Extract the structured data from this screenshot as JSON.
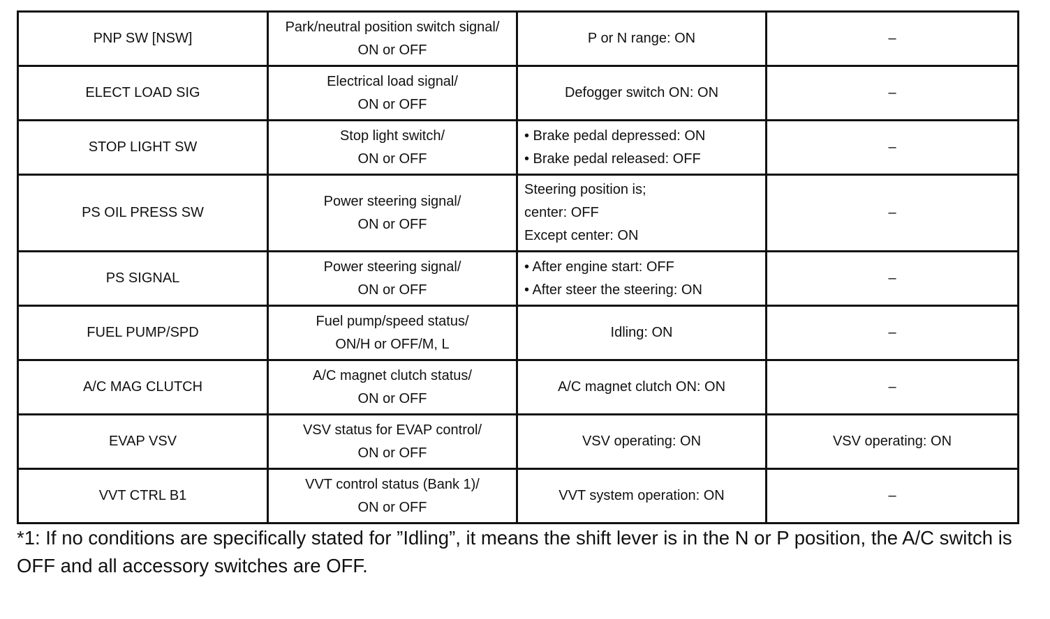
{
  "table": {
    "rows": [
      {
        "item": "PNP SW [NSW]",
        "measurement": [
          "Park/neutral position switch signal/",
          "ON or OFF"
        ],
        "condition": [
          "P or N range: ON"
        ],
        "condition_align": "center",
        "diagnostic_note": "–"
      },
      {
        "item": "ELECT LOAD SIG",
        "measurement": [
          "Electrical load signal/",
          "ON or OFF"
        ],
        "condition": [
          "Defogger switch ON: ON"
        ],
        "condition_align": "center",
        "diagnostic_note": "–"
      },
      {
        "item": "STOP LIGHT SW",
        "measurement": [
          "Stop light switch/",
          "ON or OFF"
        ],
        "condition": [
          "• Brake pedal depressed: ON",
          "• Brake pedal released: OFF"
        ],
        "condition_align": "left",
        "diagnostic_note": "–"
      },
      {
        "item": "PS OIL PRESS SW",
        "measurement": [
          "Power steering signal/",
          "ON or OFF"
        ],
        "condition": [
          "Steering position is;",
          "center: OFF",
          "Except center: ON"
        ],
        "condition_align": "left",
        "diagnostic_note": "–"
      },
      {
        "item": "PS SIGNAL",
        "measurement": [
          "Power steering signal/",
          "ON or OFF"
        ],
        "condition": [
          "• After engine start: OFF",
          "• After steer the steering: ON"
        ],
        "condition_align": "left",
        "diagnostic_note": "–"
      },
      {
        "item": "FUEL PUMP/SPD",
        "measurement": [
          "Fuel pump/speed status/",
          "ON/H or OFF/M, L"
        ],
        "condition": [
          "Idling: ON"
        ],
        "condition_align": "center",
        "diagnostic_note": "–"
      },
      {
        "item": "A/C MAG CLUTCH",
        "measurement": [
          "A/C magnet clutch status/",
          "ON or OFF"
        ],
        "condition": [
          "A/C magnet clutch ON: ON"
        ],
        "condition_align": "center",
        "diagnostic_note": "–"
      },
      {
        "item": "EVAP VSV",
        "measurement": [
          "VSV status for EVAP control/",
          "ON or OFF"
        ],
        "condition": [
          "VSV operating: ON"
        ],
        "condition_align": "center",
        "diagnostic_note": "VSV operating: ON"
      },
      {
        "item": "VVT CTRL B1",
        "measurement": [
          "VVT control status (Bank 1)/",
          "ON or OFF"
        ],
        "condition": [
          "VVT system operation: ON"
        ],
        "condition_align": "center",
        "diagnostic_note": "–"
      }
    ]
  },
  "footnote": "*1: If no conditions are specifically stated for ”Idling”, it means the shift lever is in the N or P position, the A/C switch is OFF and all accessory switches are OFF."
}
